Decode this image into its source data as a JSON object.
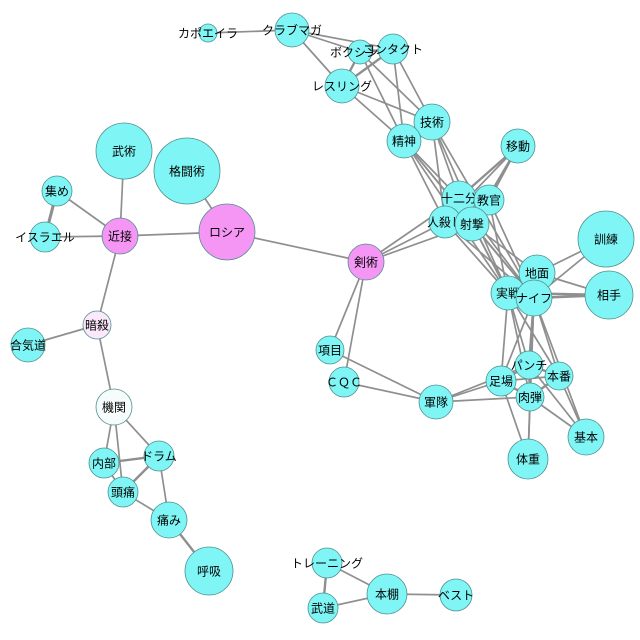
{
  "colors": {
    "cyan": "#7ff5f5",
    "pink": "#f596f5",
    "light": "#fbe8fb",
    "white": "#f6fbfb",
    "edge": "#8f8f8f"
  },
  "nodes": [
    {
      "id": "kapoeira",
      "label": "カポエイラ",
      "color": "cyan"
    },
    {
      "id": "kuramaga",
      "label": "クラブマガ",
      "color": "cyan"
    },
    {
      "id": "boxing",
      "label": "ボクシング",
      "color": "cyan"
    },
    {
      "id": "contact",
      "label": "コンタクト",
      "color": "cyan"
    },
    {
      "id": "wrestling",
      "label": "レスリング",
      "color": "cyan"
    },
    {
      "id": "gijutsu",
      "label": "技術",
      "color": "cyan"
    },
    {
      "id": "seishin",
      "label": "精神",
      "color": "cyan"
    },
    {
      "id": "ido",
      "label": "移動",
      "color": "cyan"
    },
    {
      "id": "junibun",
      "label": "十二分",
      "color": "cyan"
    },
    {
      "id": "kyokan",
      "label": "教官",
      "color": "cyan"
    },
    {
      "id": "hitogoroshi",
      "label": "人殺し",
      "color": "cyan"
    },
    {
      "id": "shageki",
      "label": "射撃",
      "color": "cyan"
    },
    {
      "id": "kunren",
      "label": "訓練",
      "color": "cyan"
    },
    {
      "id": "jimen",
      "label": "地面",
      "color": "cyan"
    },
    {
      "id": "jissen",
      "label": "実戦",
      "color": "cyan"
    },
    {
      "id": "knife",
      "label": "ナイフ",
      "color": "cyan"
    },
    {
      "id": "aite",
      "label": "相手",
      "color": "cyan"
    },
    {
      "id": "bujutsu",
      "label": "武術",
      "color": "cyan"
    },
    {
      "id": "kakutojutsu",
      "label": "格闘術",
      "color": "cyan"
    },
    {
      "id": "atsume",
      "label": "集め",
      "color": "cyan"
    },
    {
      "id": "israel",
      "label": "イスラエル",
      "color": "cyan"
    },
    {
      "id": "kinsetsu",
      "label": "近接",
      "color": "pink"
    },
    {
      "id": "russia",
      "label": "ロシア",
      "color": "pink"
    },
    {
      "id": "kenjutsu",
      "label": "剣術",
      "color": "pink"
    },
    {
      "id": "ansatsu",
      "label": "暗殺",
      "color": "light"
    },
    {
      "id": "aikido",
      "label": "合気道",
      "color": "cyan"
    },
    {
      "id": "komoku",
      "label": "項目",
      "color": "cyan"
    },
    {
      "id": "cqc",
      "label": "ＣＱＣ",
      "color": "cyan"
    },
    {
      "id": "guntai",
      "label": "軍隊",
      "color": "cyan"
    },
    {
      "id": "punch",
      "label": "パンチ",
      "color": "cyan"
    },
    {
      "id": "ashiba",
      "label": "足場",
      "color": "cyan"
    },
    {
      "id": "honban",
      "label": "本番",
      "color": "cyan"
    },
    {
      "id": "nikudan",
      "label": "肉弾",
      "color": "cyan"
    },
    {
      "id": "kihon",
      "label": "基本",
      "color": "cyan"
    },
    {
      "id": "taiju",
      "label": "体重",
      "color": "cyan"
    },
    {
      "id": "kikan",
      "label": "機関",
      "color": "white"
    },
    {
      "id": "naibu",
      "label": "内部",
      "color": "cyan"
    },
    {
      "id": "drum",
      "label": "ドラム",
      "color": "cyan"
    },
    {
      "id": "zutsu",
      "label": "頭痛",
      "color": "cyan"
    },
    {
      "id": "itami",
      "label": "痛み",
      "color": "cyan"
    },
    {
      "id": "kokyu",
      "label": "呼吸",
      "color": "cyan"
    },
    {
      "id": "training",
      "label": "トレーニング",
      "color": "cyan"
    },
    {
      "id": "hondana",
      "label": "本棚",
      "color": "cyan"
    },
    {
      "id": "best",
      "label": "ベスト",
      "color": "cyan"
    },
    {
      "id": "budo",
      "label": "武道",
      "color": "cyan"
    }
  ],
  "edges": [
    [
      "kapoeira",
      "kuramaga",
      1
    ],
    [
      "kuramaga",
      "boxing",
      1
    ],
    [
      "kuramaga",
      "contact",
      1
    ],
    [
      "kuramaga",
      "wrestling",
      1
    ],
    [
      "boxing",
      "contact",
      2
    ],
    [
      "boxing",
      "wrestling",
      2
    ],
    [
      "contact",
      "wrestling",
      2
    ],
    [
      "boxing",
      "seishin",
      1
    ],
    [
      "contact",
      "seishin",
      1
    ],
    [
      "wrestling",
      "seishin",
      1
    ],
    [
      "boxing",
      "gijutsu",
      1
    ],
    [
      "contact",
      "gijutsu",
      1
    ],
    [
      "wrestling",
      "gijutsu",
      1
    ],
    [
      "seishin",
      "gijutsu",
      2
    ],
    [
      "seishin",
      "junibun",
      1
    ],
    [
      "seishin",
      "hitogoroshi",
      1
    ],
    [
      "seishin",
      "shageki",
      1
    ],
    [
      "seishin",
      "jissen",
      1
    ],
    [
      "seishin",
      "knife",
      1
    ],
    [
      "gijutsu",
      "junibun",
      1
    ],
    [
      "gijutsu",
      "hitogoroshi",
      1
    ],
    [
      "gijutsu",
      "jissen",
      1
    ],
    [
      "gijutsu",
      "knife",
      1
    ],
    [
      "ido",
      "junibun",
      2
    ],
    [
      "ido",
      "kyokan",
      2
    ],
    [
      "ido",
      "hitogoroshi",
      1
    ],
    [
      "ido",
      "shageki",
      1
    ],
    [
      "junibun",
      "kyokan",
      2
    ],
    [
      "junibun",
      "hitogoroshi",
      2
    ],
    [
      "junibun",
      "shageki",
      2
    ],
    [
      "kyokan",
      "hitogoroshi",
      1
    ],
    [
      "kyokan",
      "shageki",
      2
    ],
    [
      "hitogoroshi",
      "shageki",
      2
    ],
    [
      "junibun",
      "jissen",
      1
    ],
    [
      "junibun",
      "knife",
      1
    ],
    [
      "kyokan",
      "jissen",
      1
    ],
    [
      "kyokan",
      "knife",
      1
    ],
    [
      "hitogoroshi",
      "jissen",
      1
    ],
    [
      "hitogoroshi",
      "knife",
      1
    ],
    [
      "shageki",
      "jissen",
      1
    ],
    [
      "shageki",
      "knife",
      1
    ],
    [
      "shageki",
      "jimen",
      1
    ],
    [
      "kunren",
      "jimen",
      1
    ],
    [
      "kunren",
      "knife",
      1
    ],
    [
      "jimen",
      "jissen",
      2
    ],
    [
      "jimen",
      "knife",
      2
    ],
    [
      "jissen",
      "knife",
      2
    ],
    [
      "aite",
      "jimen",
      1
    ],
    [
      "aite",
      "jissen",
      2
    ],
    [
      "aite",
      "knife",
      2
    ],
    [
      "jissen",
      "punch",
      1
    ],
    [
      "jissen",
      "ashiba",
      1
    ],
    [
      "jissen",
      "nikudan",
      1
    ],
    [
      "jissen",
      "honban",
      1
    ],
    [
      "knife",
      "punch",
      2
    ],
    [
      "knife",
      "ashiba",
      1
    ],
    [
      "knife",
      "nikudan",
      1
    ],
    [
      "knife",
      "honban",
      1
    ],
    [
      "knife",
      "taiju",
      1
    ],
    [
      "knife",
      "kihon",
      1
    ],
    [
      "punch",
      "ashiba",
      2
    ],
    [
      "punch",
      "honban",
      2
    ],
    [
      "punch",
      "nikudan",
      2
    ],
    [
      "ashiba",
      "nikudan",
      2
    ],
    [
      "honban",
      "nikudan",
      2
    ],
    [
      "ashiba",
      "honban",
      1
    ],
    [
      "nikudan",
      "kihon",
      1
    ],
    [
      "nikudan",
      "taiju",
      1
    ],
    [
      "honban",
      "kihon",
      1
    ],
    [
      "punch",
      "kihon",
      1
    ],
    [
      "ashiba",
      "taiju",
      1
    ],
    [
      "ashiba",
      "guntai",
      1
    ],
    [
      "nikudan",
      "guntai",
      1
    ],
    [
      "punch",
      "guntai",
      1
    ],
    [
      "kenjutsu",
      "hitogoroshi",
      1
    ],
    [
      "kenjutsu",
      "junibun",
      1
    ],
    [
      "kenjutsu",
      "shageki",
      1
    ],
    [
      "kenjutsu",
      "komoku",
      1
    ],
    [
      "kenjutsu",
      "cqc",
      1
    ],
    [
      "komoku",
      "guntai",
      1
    ],
    [
      "cqc",
      "guntai",
      1
    ],
    [
      "russia",
      "kenjutsu",
      1
    ],
    [
      "russia",
      "kakutojutsu",
      1
    ],
    [
      "russia",
      "kinsetsu",
      1
    ],
    [
      "bujutsu",
      "kinsetsu",
      1
    ],
    [
      "atsume",
      "kinsetsu",
      1
    ],
    [
      "israel",
      "kinsetsu",
      1
    ],
    [
      "atsume",
      "israel",
      3
    ],
    [
      "kinsetsu",
      "ansatsu",
      1
    ],
    [
      "ansatsu",
      "aikido",
      1
    ],
    [
      "ansatsu",
      "kikan",
      1
    ],
    [
      "kikan",
      "naibu",
      1
    ],
    [
      "kikan",
      "drum",
      1
    ],
    [
      "kikan",
      "zutsu",
      1
    ],
    [
      "naibu",
      "drum",
      2
    ],
    [
      "naibu",
      "zutsu",
      1
    ],
    [
      "drum",
      "zutsu",
      2
    ],
    [
      "drum",
      "itami",
      1
    ],
    [
      "zutsu",
      "itami",
      1
    ],
    [
      "itami",
      "kokyu",
      2
    ],
    [
      "training",
      "hondana",
      1
    ],
    [
      "training",
      "budo",
      2
    ],
    [
      "hondana",
      "budo",
      1
    ],
    [
      "hondana",
      "best",
      1
    ]
  ]
}
